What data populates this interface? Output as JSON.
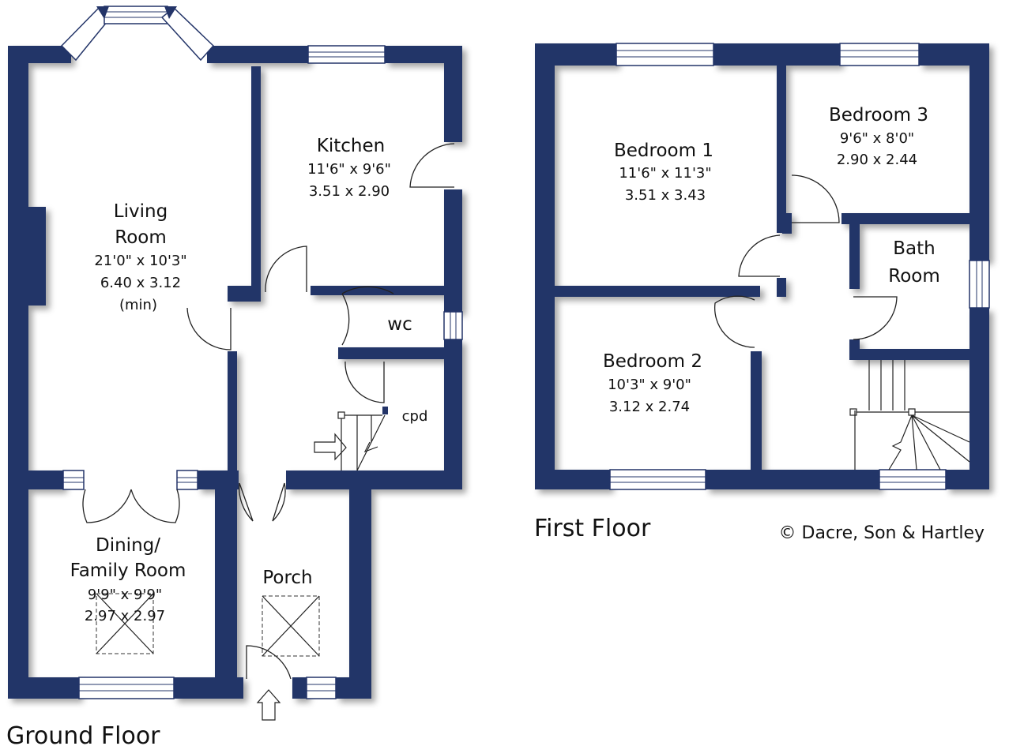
{
  "colors": {
    "wall": "#233468",
    "background": "#ffffff"
  },
  "ground_floor": {
    "title": "Ground Floor",
    "rooms": [
      {
        "name_lines": [
          "Living",
          "Room"
        ],
        "imperial": "21'0\"  x  10'3\"",
        "metric": "6.40  x  3.12",
        "note": "(min)"
      },
      {
        "name_lines": [
          "Kitchen"
        ],
        "imperial": "11'6\"  x  9'6\"",
        "metric": "3.51  x  2.90"
      },
      {
        "name_lines": [
          "wc"
        ]
      },
      {
        "name_lines": [
          "cpd"
        ]
      },
      {
        "name_lines": [
          "Dining/",
          "Family Room"
        ],
        "imperial": "9'9\"  x  9'9\"",
        "metric": "2.97  x  2.97"
      },
      {
        "name_lines": [
          "Porch"
        ]
      }
    ]
  },
  "first_floor": {
    "title": "First Floor",
    "rooms": [
      {
        "name_lines": [
          "Bedroom 1"
        ],
        "imperial": "11'6\"  x  11'3\"",
        "metric": "3.51  x  3.43"
      },
      {
        "name_lines": [
          "Bedroom 3"
        ],
        "imperial": "9'6\"  x  8'0\"",
        "metric": "2.90  x  2.44"
      },
      {
        "name_lines": [
          "Bath",
          "Room"
        ]
      },
      {
        "name_lines": [
          "Bedroom 2"
        ],
        "imperial": "10'3\"  x  9'0\"",
        "metric": "3.12  x  2.74"
      }
    ]
  },
  "copyright": "© Dacre, Son & Hartley"
}
